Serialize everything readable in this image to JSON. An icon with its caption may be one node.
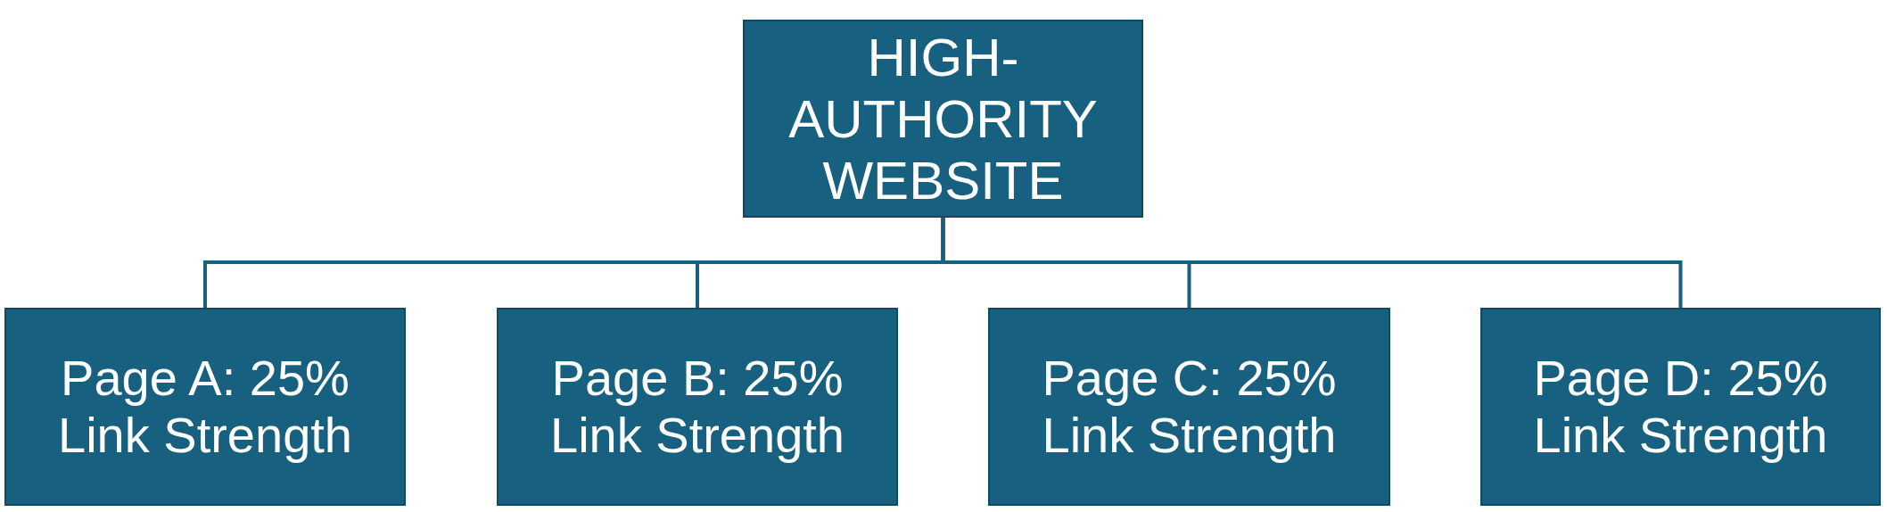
{
  "diagram": {
    "nodes": [
      {
        "text": [
          "HIGH-AUTHORITY WEBSITE"
        ]
      },
      {
        "text": [
          "Page A: 25% Link Strength"
        ]
      },
      {
        "text": [
          "Page B: 25% Link Strength"
        ]
      },
      {
        "text": [
          "Page C: 25% Link Strength"
        ]
      },
      {
        "text": [
          "Page D: 25% Link Strength"
        ]
      }
    ],
    "edges": [
      {
        "from": 0,
        "to": 1,
        "arrow": "none"
      },
      {
        "from": 0,
        "to": 2,
        "arrow": "none"
      },
      {
        "from": 0,
        "to": 3,
        "arrow": "none"
      },
      {
        "from": 0,
        "to": 4,
        "arrow": "none"
      }
    ]
  }
}
